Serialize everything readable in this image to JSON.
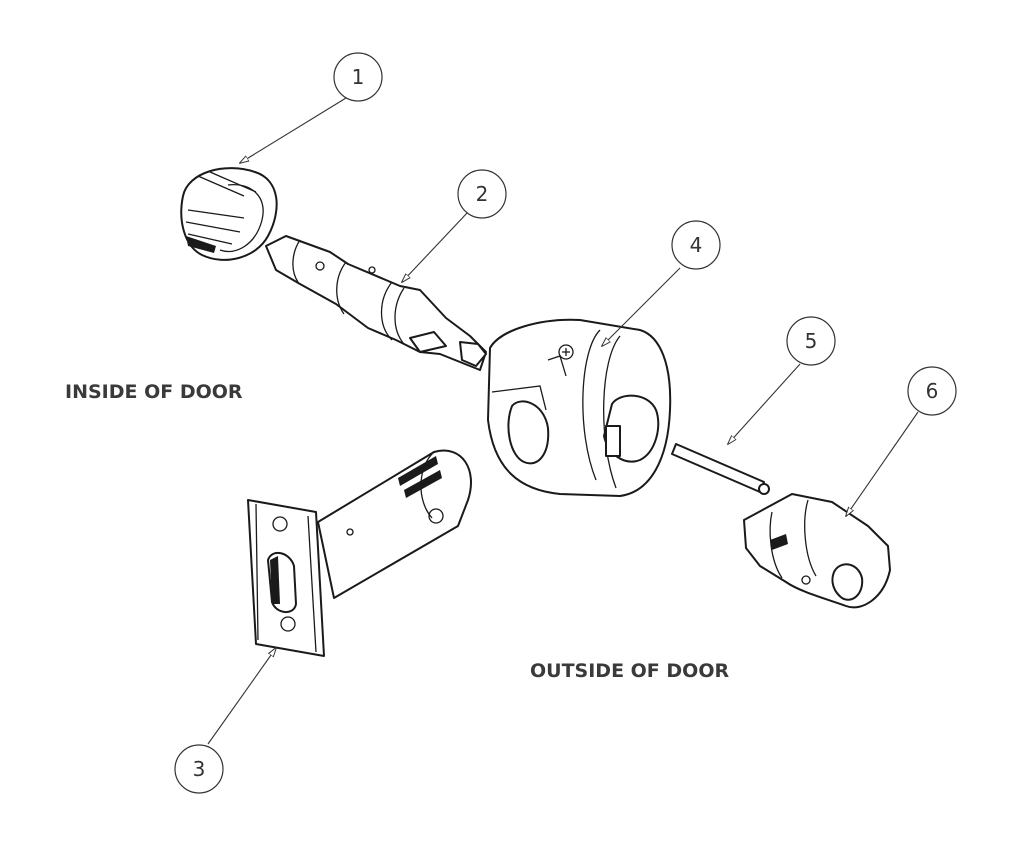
{
  "labels": {
    "inside": "INSIDE OF DOOR",
    "outside": "OUTSIDE OF DOOR"
  },
  "callouts": [
    "1",
    "2",
    "3",
    "4",
    "5",
    "6"
  ]
}
